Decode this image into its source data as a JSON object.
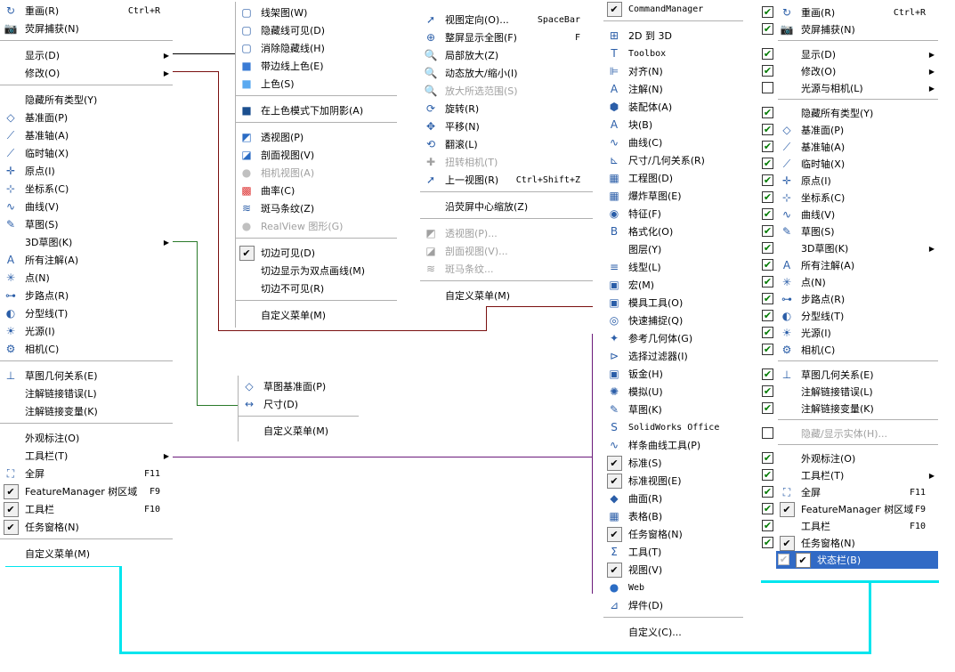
{
  "menu1": [
    {
      "k": "item",
      "label": "重画(R)",
      "shortcut": "Ctrl+R",
      "icon": "↻"
    },
    {
      "k": "item",
      "label": "荧屏捕获(N)",
      "icon": "📷"
    },
    {
      "k": "sep"
    },
    {
      "k": "item",
      "label": "显示(D)",
      "submenu": true
    },
    {
      "k": "item",
      "label": "修改(O)",
      "submenu": true
    },
    {
      "k": "sep"
    },
    {
      "k": "item",
      "label": "隐藏所有类型(Y)"
    },
    {
      "k": "item",
      "label": "基准面(P)",
      "icon": "◇"
    },
    {
      "k": "item",
      "label": "基准轴(A)",
      "icon": "⟋"
    },
    {
      "k": "item",
      "label": "临时轴(X)",
      "icon": "⟋"
    },
    {
      "k": "item",
      "label": "原点(I)",
      "icon": "✛"
    },
    {
      "k": "item",
      "label": "坐标系(C)",
      "icon": "⊹"
    },
    {
      "k": "item",
      "label": "曲线(V)",
      "icon": "∿"
    },
    {
      "k": "item",
      "label": "草图(S)",
      "icon": "✎"
    },
    {
      "k": "item",
      "label": "3D草图(K)",
      "submenu": true
    },
    {
      "k": "item",
      "label": "所有注解(A)",
      "icon": "A"
    },
    {
      "k": "item",
      "label": "点(N)",
      "icon": "✳"
    },
    {
      "k": "item",
      "label": "步路点(R)",
      "icon": "⊶"
    },
    {
      "k": "item",
      "label": "分型线(T)",
      "icon": "◐"
    },
    {
      "k": "item",
      "label": "光源(I)",
      "icon": "☀"
    },
    {
      "k": "item",
      "label": "相机(C)",
      "icon": "⚙"
    },
    {
      "k": "sep"
    },
    {
      "k": "item",
      "label": "草图几何关系(E)",
      "icon": "⊥"
    },
    {
      "k": "item",
      "label": "注解链接错误(L)"
    },
    {
      "k": "item",
      "label": "注解链接变量(K)"
    },
    {
      "k": "sep"
    },
    {
      "k": "item",
      "label": "外观标注(O)"
    },
    {
      "k": "item",
      "label": "工具栏(T)",
      "submenu": true
    },
    {
      "k": "item",
      "label": "全屏",
      "shortcut": "F11",
      "icon": "⛶"
    },
    {
      "k": "item",
      "label": "FeatureManager 树区域",
      "shortcut": "F9",
      "check": true
    },
    {
      "k": "item",
      "label": "工具栏",
      "shortcut": "F10",
      "check": true
    },
    {
      "k": "item",
      "label": "任务窗格(N)",
      "check": true
    },
    {
      "k": "sep"
    },
    {
      "k": "item",
      "label": "自定义菜单(M)"
    }
  ],
  "menu2": [
    {
      "k": "item",
      "label": "线架图(W)",
      "icon": "▢"
    },
    {
      "k": "item",
      "label": "隐藏线可见(D)",
      "icon": "▢"
    },
    {
      "k": "item",
      "label": "消除隐藏线(H)",
      "icon": "▢"
    },
    {
      "k": "item",
      "label": "带边线上色(E)",
      "icon": "■",
      "iconColor": "#3a7bd5"
    },
    {
      "k": "item",
      "label": "上色(S)",
      "icon": "■",
      "iconColor": "#5aa9f0"
    },
    {
      "k": "sep"
    },
    {
      "k": "item",
      "label": "在上色模式下加阴影(A)",
      "icon": "■",
      "iconColor": "#1b4f8f"
    },
    {
      "k": "sep"
    },
    {
      "k": "item",
      "label": "透视图(P)",
      "icon": "◩",
      "iconColor": "#2b6cc4"
    },
    {
      "k": "item",
      "label": "剖面视图(V)",
      "icon": "◪",
      "iconColor": "#2b6cc4"
    },
    {
      "k": "item",
      "label": "相机视图(A)",
      "icon": "●",
      "iconColor": "#c0c0c0",
      "disabled": true
    },
    {
      "k": "item",
      "label": "曲率(C)",
      "icon": "▩",
      "iconColor": "#d33"
    },
    {
      "k": "item",
      "label": "斑马条纹(Z)",
      "icon": "≋"
    },
    {
      "k": "item",
      "label": "RealView 图形(G)",
      "icon": "●",
      "iconColor": "#c0c0c0",
      "disabled": true
    },
    {
      "k": "sep"
    },
    {
      "k": "item",
      "label": "切边可见(D)",
      "check": true
    },
    {
      "k": "item",
      "label": "切边显示为双点画线(M)"
    },
    {
      "k": "item",
      "label": "切边不可见(R)"
    },
    {
      "k": "sep"
    },
    {
      "k": "item",
      "label": "自定义菜单(M)"
    }
  ],
  "menu3": [
    {
      "k": "item",
      "label": "视图定向(O)...",
      "shortcut": "SpaceBar",
      "icon": "➚"
    },
    {
      "k": "item",
      "label": "整屏显示全图(F)",
      "shortcut": "F",
      "icon": "⊕"
    },
    {
      "k": "item",
      "label": "局部放大(Z)",
      "icon": "🔍"
    },
    {
      "k": "item",
      "label": "动态放大/缩小(I)",
      "icon": "🔍"
    },
    {
      "k": "item",
      "label": "放大所选范围(S)",
      "icon": "🔍",
      "disabled": true
    },
    {
      "k": "item",
      "label": "旋转(R)",
      "icon": "⟳"
    },
    {
      "k": "item",
      "label": "平移(N)",
      "icon": "✥"
    },
    {
      "k": "item",
      "label": "翻滚(L)",
      "icon": "⟲"
    },
    {
      "k": "item",
      "label": "扭转相机(T)",
      "icon": "✚",
      "disabled": true
    },
    {
      "k": "item",
      "label": "上一视图(R)",
      "shortcut": "Ctrl+Shift+Z",
      "icon": "➚"
    },
    {
      "k": "sep"
    },
    {
      "k": "item",
      "label": "沿荧屏中心缩放(Z)"
    },
    {
      "k": "sep"
    },
    {
      "k": "item",
      "label": "透视图(P)...",
      "icon": "◩",
      "disabled": true
    },
    {
      "k": "item",
      "label": "剖面视图(V)...",
      "icon": "◪",
      "disabled": true
    },
    {
      "k": "item",
      "label": "斑马条纹...",
      "icon": "≋",
      "disabled": true
    },
    {
      "k": "sep"
    },
    {
      "k": "item",
      "label": "自定义菜单(M)"
    }
  ],
  "menu4": [
    {
      "k": "item",
      "label": "草图基准面(P)",
      "icon": "◇"
    },
    {
      "k": "item",
      "label": "尺寸(D)",
      "icon": "↔"
    },
    {
      "k": "sep"
    },
    {
      "k": "item",
      "label": "自定义菜单(M)"
    }
  ],
  "menu5": [
    {
      "k": "item",
      "label": "CommandManager",
      "check": true,
      "mono": true
    },
    {
      "k": "sep"
    },
    {
      "k": "item",
      "label": "2D 到 3D",
      "icon": "⊞"
    },
    {
      "k": "item",
      "label": "Toolbox",
      "icon": "T",
      "mono": true
    },
    {
      "k": "item",
      "label": "对齐(N)",
      "icon": "⊫"
    },
    {
      "k": "item",
      "label": "注解(N)",
      "icon": "A"
    },
    {
      "k": "item",
      "label": "装配体(A)",
      "icon": "⬢"
    },
    {
      "k": "item",
      "label": "块(B)",
      "icon": "A"
    },
    {
      "k": "item",
      "label": "曲线(C)",
      "icon": "∿"
    },
    {
      "k": "item",
      "label": "尺寸/几何关系(R)",
      "icon": "⊾"
    },
    {
      "k": "item",
      "label": "工程图(D)",
      "icon": "▦"
    },
    {
      "k": "item",
      "label": "爆炸草图(E)",
      "icon": "▦"
    },
    {
      "k": "item",
      "label": "特征(F)",
      "icon": "◉"
    },
    {
      "k": "item",
      "label": "格式化(O)",
      "icon": "B"
    },
    {
      "k": "item",
      "label": "图层(Y)"
    },
    {
      "k": "item",
      "label": "线型(L)",
      "icon": "≡"
    },
    {
      "k": "item",
      "label": "宏(M)",
      "icon": "▣"
    },
    {
      "k": "item",
      "label": "模具工具(O)",
      "icon": "▣"
    },
    {
      "k": "item",
      "label": "快速捕捉(Q)",
      "icon": "◎"
    },
    {
      "k": "item",
      "label": "参考几何体(G)",
      "icon": "✦"
    },
    {
      "k": "item",
      "label": "选择过滤器(I)",
      "icon": "⊳"
    },
    {
      "k": "item",
      "label": "钣金(H)",
      "icon": "▣"
    },
    {
      "k": "item",
      "label": "模拟(U)",
      "icon": "✺"
    },
    {
      "k": "item",
      "label": "草图(K)",
      "icon": "✎"
    },
    {
      "k": "item",
      "label": "SolidWorks Office",
      "icon": "S",
      "mono": true
    },
    {
      "k": "item",
      "label": "样条曲线工具(P)",
      "icon": "∿"
    },
    {
      "k": "item",
      "label": "标准(S)",
      "check": true
    },
    {
      "k": "item",
      "label": "标准视图(E)",
      "check": true
    },
    {
      "k": "item",
      "label": "曲面(R)",
      "icon": "◆"
    },
    {
      "k": "item",
      "label": "表格(B)",
      "icon": "▦"
    },
    {
      "k": "item",
      "label": "任务窗格(N)",
      "check": true
    },
    {
      "k": "item",
      "label": "工具(T)",
      "icon": "Σ"
    },
    {
      "k": "item",
      "label": "视图(V)",
      "check": true
    },
    {
      "k": "item",
      "label": "Web",
      "icon": "●",
      "iconColor": "#2b6cc4",
      "mono": true
    },
    {
      "k": "item",
      "label": "焊件(D)",
      "icon": "⊿"
    },
    {
      "k": "sep"
    },
    {
      "k": "item",
      "label": "自定义(C)..."
    }
  ],
  "menu6": [
    {
      "k": "item",
      "label": "重画(R)",
      "shortcut": "Ctrl+R",
      "icon": "↻",
      "cb": true
    },
    {
      "k": "item",
      "label": "荧屏捕获(N)",
      "icon": "📷",
      "cb": true
    },
    {
      "k": "sep"
    },
    {
      "k": "item",
      "label": "显示(D)",
      "submenu": true,
      "cb": true
    },
    {
      "k": "item",
      "label": "修改(O)",
      "submenu": true,
      "cb": true
    },
    {
      "k": "item",
      "label": "光源与相机(L)",
      "submenu": true,
      "cb": false
    },
    {
      "k": "sep"
    },
    {
      "k": "item",
      "label": "隐藏所有类型(Y)",
      "cb": true
    },
    {
      "k": "item",
      "label": "基准面(P)",
      "icon": "◇",
      "cb": true
    },
    {
      "k": "item",
      "label": "基准轴(A)",
      "icon": "⟋",
      "cb": true
    },
    {
      "k": "item",
      "label": "临时轴(X)",
      "icon": "⟋",
      "cb": true
    },
    {
      "k": "item",
      "label": "原点(I)",
      "icon": "✛",
      "cb": true
    },
    {
      "k": "item",
      "label": "坐标系(C)",
      "icon": "⊹",
      "cb": true
    },
    {
      "k": "item",
      "label": "曲线(V)",
      "icon": "∿",
      "cb": true
    },
    {
      "k": "item",
      "label": "草图(S)",
      "icon": "✎",
      "cb": true
    },
    {
      "k": "item",
      "label": "3D草图(K)",
      "submenu": true,
      "cb": true
    },
    {
      "k": "item",
      "label": "所有注解(A)",
      "icon": "A",
      "cb": true
    },
    {
      "k": "item",
      "label": "点(N)",
      "icon": "✳",
      "cb": true
    },
    {
      "k": "item",
      "label": "步路点(R)",
      "icon": "⊶",
      "cb": true
    },
    {
      "k": "item",
      "label": "分型线(T)",
      "icon": "◐",
      "cb": true
    },
    {
      "k": "item",
      "label": "光源(I)",
      "icon": "☀",
      "cb": true
    },
    {
      "k": "item",
      "label": "相机(C)",
      "icon": "⚙",
      "cb": true
    },
    {
      "k": "sep"
    },
    {
      "k": "item",
      "label": "草图几何关系(E)",
      "icon": "⊥",
      "cb": true
    },
    {
      "k": "item",
      "label": "注解链接错误(L)",
      "cb": true
    },
    {
      "k": "item",
      "label": "注解链接变量(K)",
      "cb": true
    },
    {
      "k": "sep"
    },
    {
      "k": "item",
      "label": "隐藏/显示实体(H)...",
      "cb": false,
      "disabled": true
    },
    {
      "k": "sep"
    },
    {
      "k": "item",
      "label": "外观标注(O)",
      "cb": true
    },
    {
      "k": "item",
      "label": "工具栏(T)",
      "submenu": true,
      "cb": true
    },
    {
      "k": "item",
      "label": "全屏",
      "shortcut": "F11",
      "icon": "⛶",
      "cb": true
    },
    {
      "k": "item",
      "label": "FeatureManager 树区域",
      "shortcut": "F9",
      "check": true,
      "cb": true
    },
    {
      "k": "item",
      "label": "工具栏",
      "shortcut": "F10",
      "cb": true
    },
    {
      "k": "item",
      "label": "任务窗格(N)",
      "check": true,
      "cb": true
    },
    {
      "k": "item",
      "label": "状态栏(B)",
      "check": true,
      "cb": "dim",
      "highlight": true
    }
  ]
}
